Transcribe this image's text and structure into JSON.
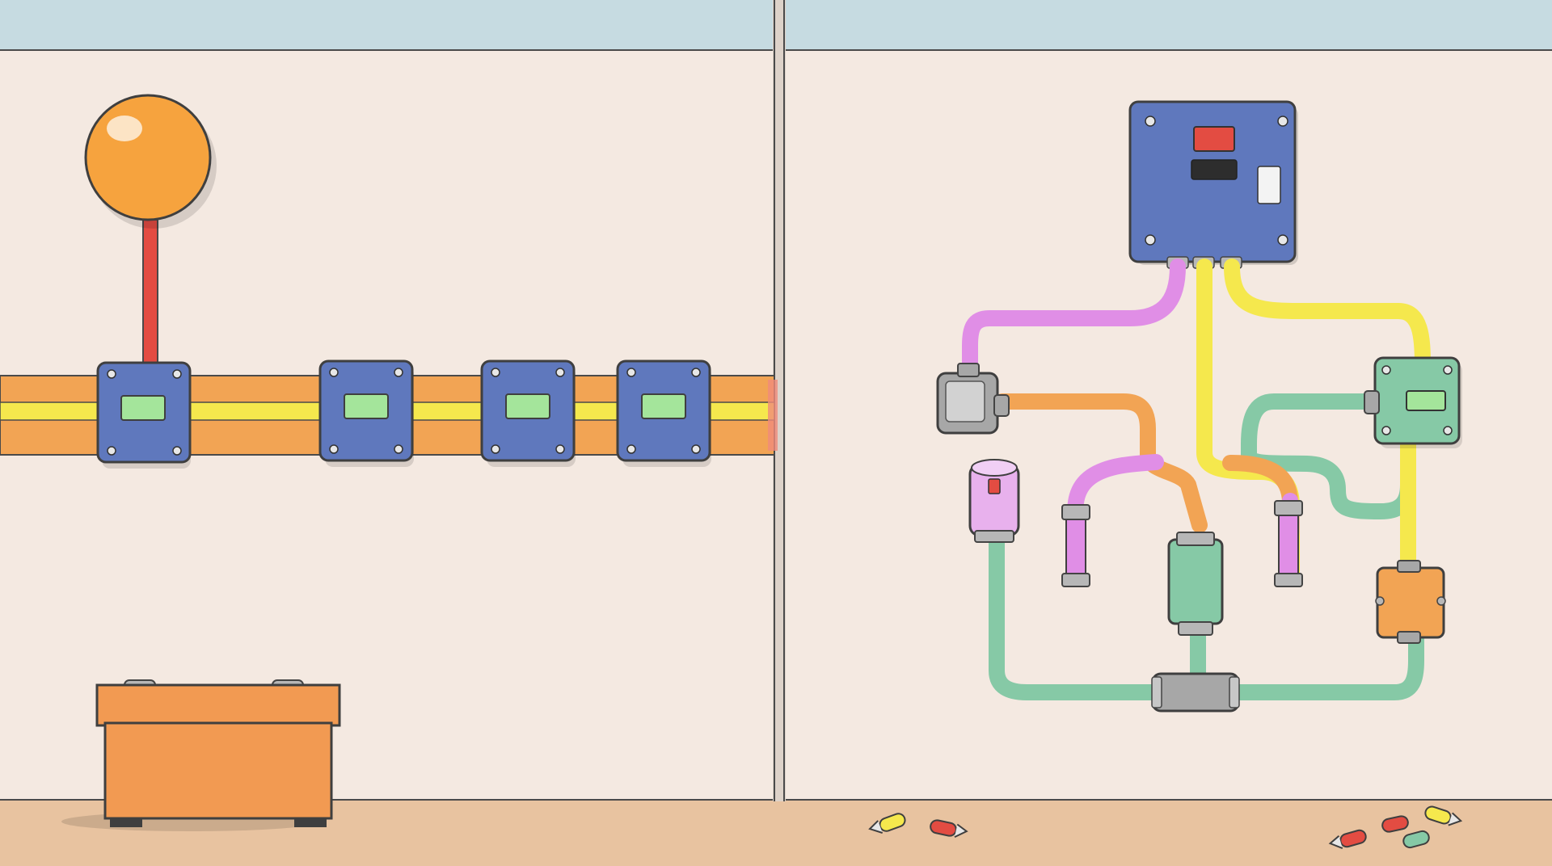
{
  "scene": {
    "left_panel": {
      "switch_boxes": [
        {
          "id": "box-1"
        },
        {
          "id": "box-2"
        },
        {
          "id": "box-3"
        },
        {
          "id": "box-4"
        }
      ]
    },
    "right_panel": {
      "components": [
        "main-control-panel",
        "gray-junction-box",
        "green-junction-box",
        "orange-junction-box",
        "pink-cylinder",
        "green-cylinder",
        "gray-t-junction"
      ]
    }
  },
  "colors": {
    "ceiling": "#c6dbe1",
    "wall": "#f4e9e1",
    "floor": "#e8c3a0",
    "blue_box": "#5f78bd",
    "pipe_orange": "#f2a454",
    "pipe_yellow": "#f5e84d",
    "pipe_red": "#e34c42",
    "pipe_pink": "#e08ee6",
    "pipe_green": "#86c9a6",
    "gray": "#a7a7a7",
    "green_screen": "#a4e59b",
    "orange_ball": "#f6a33e",
    "bin": "#f29a52"
  }
}
